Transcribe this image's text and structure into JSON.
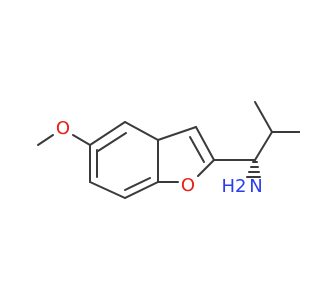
{
  "molecule": {
    "atoms": {
      "methoxy_oxygen": "O",
      "ring_oxygen": "O",
      "amine_n": "N",
      "amine_h2": "H2"
    },
    "colors": {
      "bond": "#3a3a3a",
      "oxygen": "#e8201c",
      "nitrogen": "#2a3cf0"
    }
  }
}
